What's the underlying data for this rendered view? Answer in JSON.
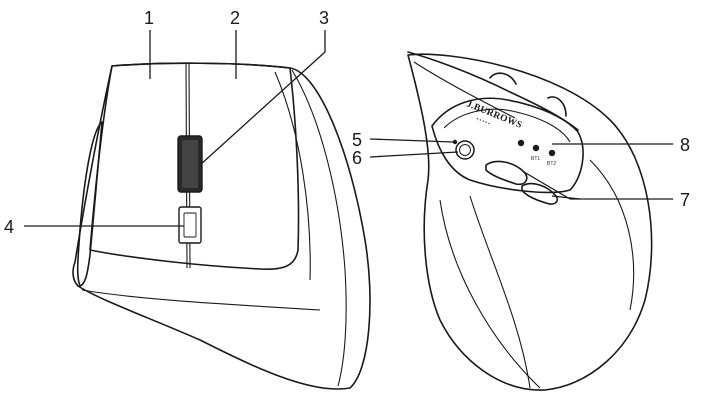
{
  "callouts": {
    "c1": "1",
    "c2": "2",
    "c3": "3",
    "c4": "4",
    "c5": "5",
    "c6": "6",
    "c7": "7",
    "c8": "8"
  },
  "device": {
    "brand": "J.BURROWS",
    "led_labels": [
      "BT1",
      "BT2"
    ]
  }
}
